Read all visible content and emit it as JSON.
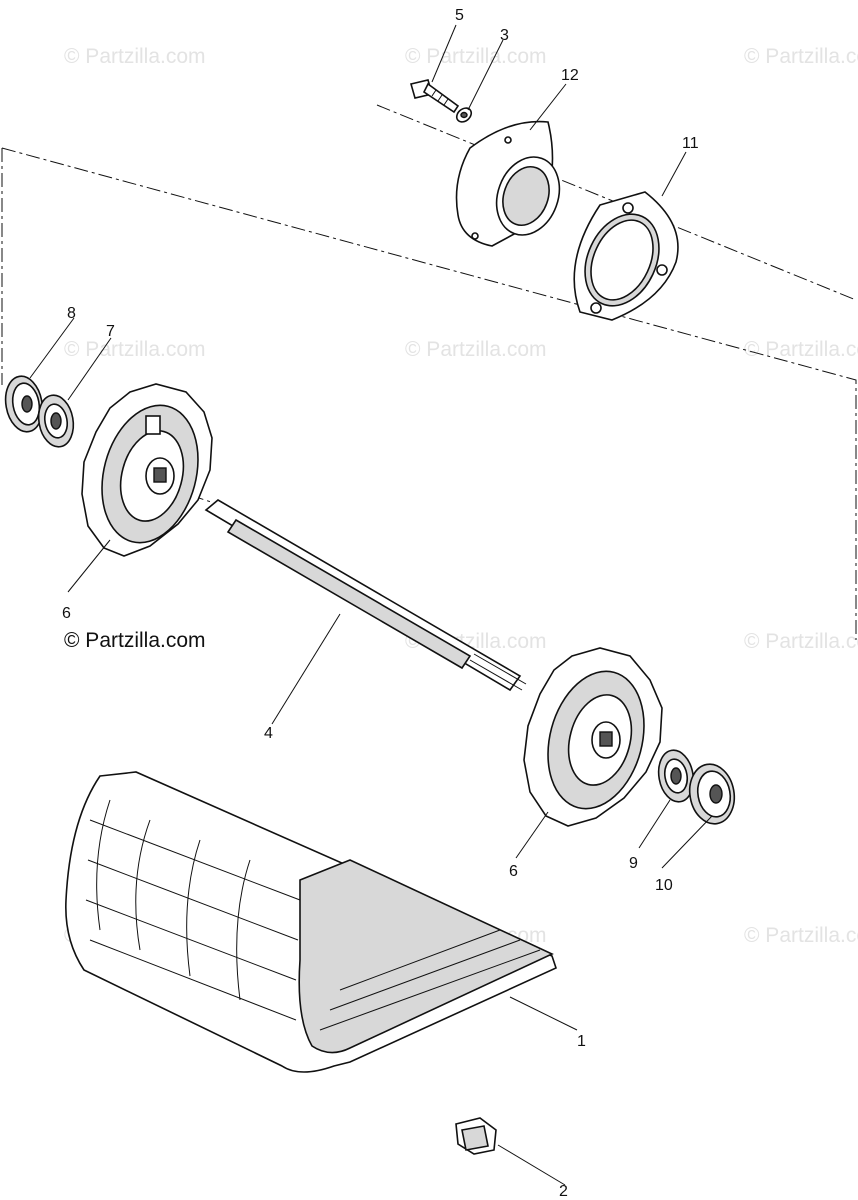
{
  "watermark": "© Partzilla.com",
  "copyright": "© Partzilla.com",
  "callouts": [
    {
      "id": "1",
      "label": "1"
    },
    {
      "id": "2",
      "label": "2"
    },
    {
      "id": "3",
      "label": "3"
    },
    {
      "id": "4",
      "label": "4"
    },
    {
      "id": "5",
      "label": "5"
    },
    {
      "id": "6a",
      "label": "6"
    },
    {
      "id": "6b",
      "label": "6"
    },
    {
      "id": "7",
      "label": "7"
    },
    {
      "id": "8",
      "label": "8"
    },
    {
      "id": "9",
      "label": "9"
    },
    {
      "id": "10",
      "label": "10"
    },
    {
      "id": "11",
      "label": "11"
    },
    {
      "id": "12",
      "label": "12"
    }
  ]
}
